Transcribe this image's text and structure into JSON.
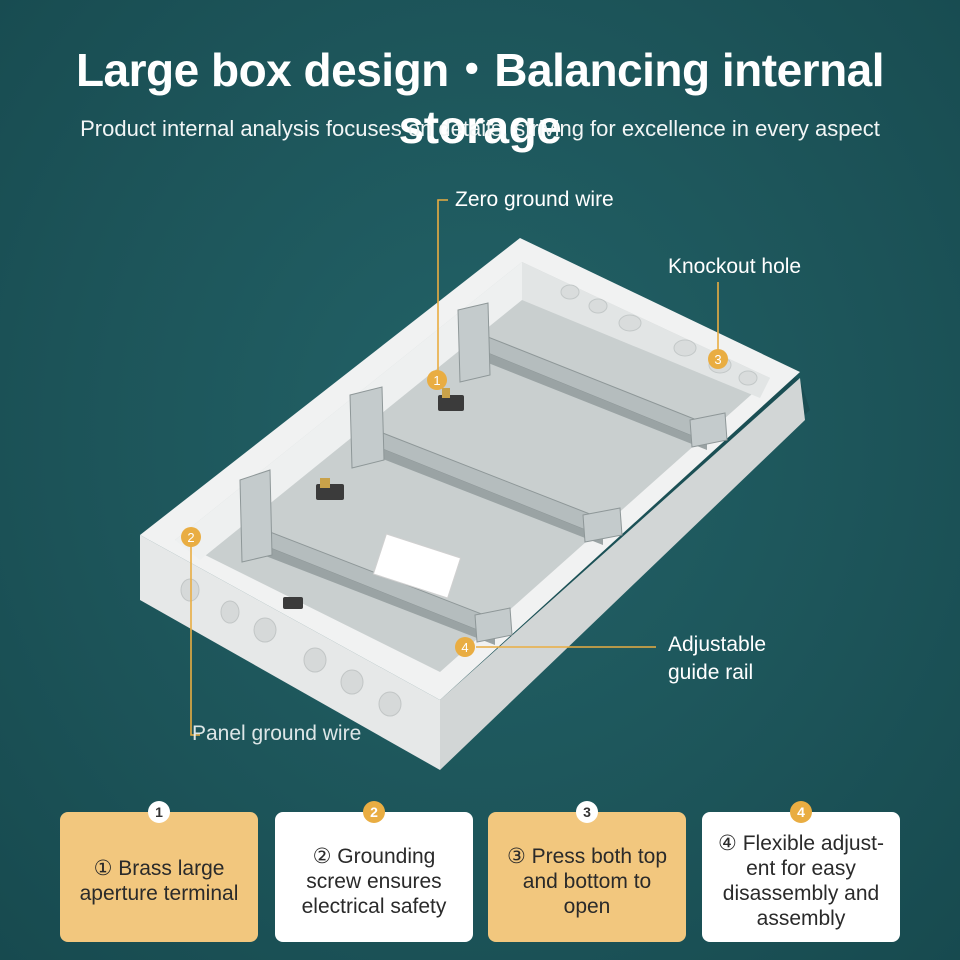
{
  "headline": "Large box design・Balancing internal storage",
  "subheadline": "Product internal analysis focuses on details, striving for excellence in every aspect",
  "callouts": {
    "zero_ground_wire": "Zero ground wire",
    "knockout_hole": "Knockout hole",
    "adjustable_guide_rail": "Adjustable guide rail",
    "panel_ground_wire": "Panel ground wire"
  },
  "markers": [
    "1",
    "2",
    "3",
    "4"
  ],
  "cards": [
    {
      "number": "1",
      "text": "① Brass large aperture terminal",
      "style": "gold"
    },
    {
      "number": "2",
      "text": "② Grounding screw ensures electrical safety",
      "style": "white"
    },
    {
      "number": "3",
      "text": "③ Press both top and bottom to open",
      "style": "gold"
    },
    {
      "number": "4",
      "text": "④ Flexible adjust-ent for easy disassembly and assembly",
      "style": "white"
    }
  ],
  "colors": {
    "background": "#1f5a5e",
    "accent_gold": "#e9ad42",
    "card_gold": "#f2c77e",
    "card_white": "#ffffff"
  }
}
